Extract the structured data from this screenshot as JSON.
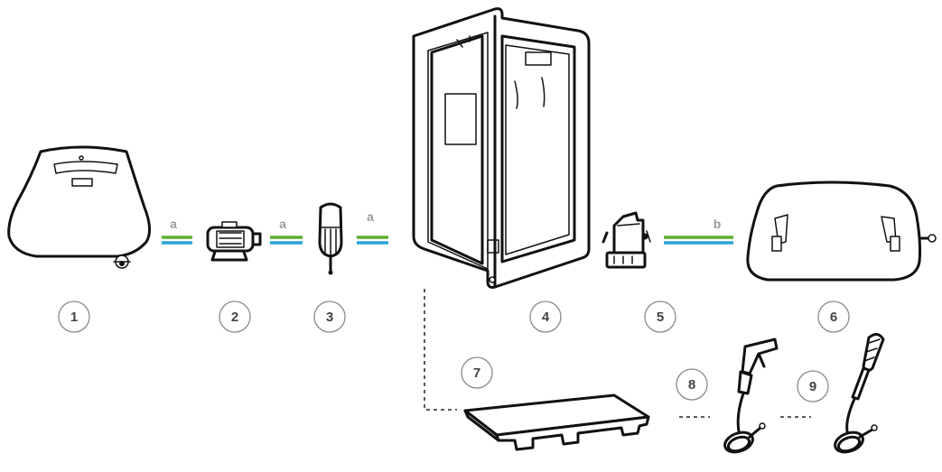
{
  "colors": {
    "green": "#5cb030",
    "blue": "#2aa3d8",
    "label_gray": "#9a9a9a",
    "circle_stroke": "#8a8a8a"
  },
  "items": [
    {
      "number": "1",
      "icon": "water-bladder-icon"
    },
    {
      "number": "2",
      "icon": "pump-motor-icon"
    },
    {
      "number": "3",
      "icon": "filter-icon"
    },
    {
      "number": "4",
      "icon": "shower-cabin-icon"
    },
    {
      "number": "5",
      "icon": "drain-pump-icon"
    },
    {
      "number": "6",
      "icon": "wastewater-bladder-icon"
    },
    {
      "number": "7",
      "icon": "floor-pallet-icon"
    },
    {
      "number": "8",
      "icon": "shower-spray-gun-icon"
    },
    {
      "number": "9",
      "icon": "shower-head-hose-icon"
    }
  ],
  "links": [
    {
      "label": "a"
    },
    {
      "label": "a"
    },
    {
      "label": "a"
    },
    {
      "label": "b"
    }
  ]
}
